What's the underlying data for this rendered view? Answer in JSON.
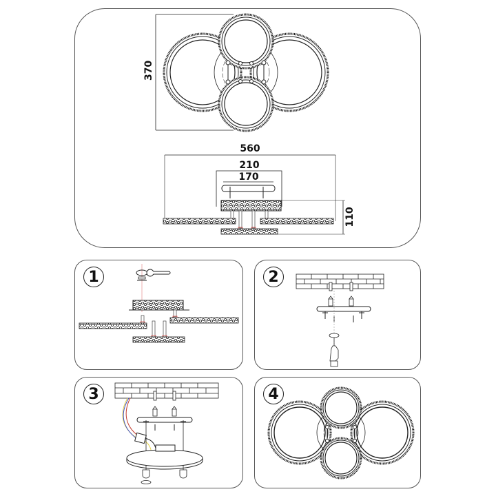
{
  "document": {
    "type": "installation-instructions",
    "subject": "four-ring LED ceiling chandelier"
  },
  "dimensions": {
    "height_label": "370",
    "width_label": "560",
    "canopy_outer_label": "210",
    "mounting_plate_label": "170",
    "depth_label": "110"
  },
  "steps": [
    {
      "number": "1",
      "description": "Attach rings to canopy; tighten nut with wrench"
    },
    {
      "number": "2",
      "description": "Fix mounting plate to ceiling with dowels and screws"
    },
    {
      "number": "3",
      "description": "Connect wires with terminal block; attach canopy with cap nuts"
    },
    {
      "number": "4",
      "description": "Assembled fixture"
    }
  ],
  "colors": {
    "line": "#111111",
    "frame": "#555555",
    "accent_red": "#d9534f",
    "wire_yellow": "#e8d44a",
    "wire_red": "#c0392b",
    "wire_blue": "#3b4fc4"
  }
}
